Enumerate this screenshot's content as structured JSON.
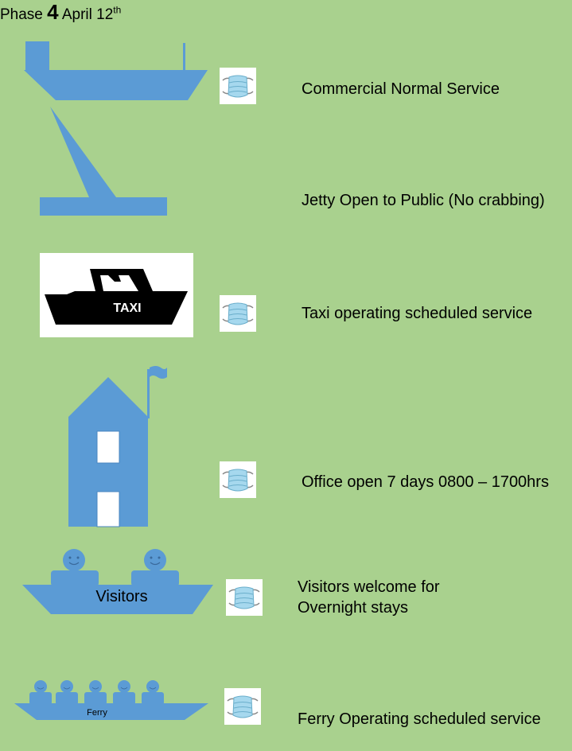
{
  "header": {
    "phase_word": "Phase",
    "phase_number": "4",
    "date_prefix": "April 12",
    "date_suffix": "th"
  },
  "items": [
    {
      "text": "Commercial Normal Service",
      "icon": "commercial-boat-icon",
      "mask": true
    },
    {
      "text": "Jetty Open to Public (No crabbing)",
      "icon": "jetty-icon",
      "mask": false
    },
    {
      "text": "Taxi operating scheduled service",
      "icon": "taxi-boat-icon",
      "mask": true,
      "boat_label": "TAXI"
    },
    {
      "text": "Office open 7 days 0800 – 1700hrs",
      "icon": "office-building-icon",
      "mask": true
    },
    {
      "text_line1": "Visitors welcome for",
      "text_line2": "Overnight stays",
      "icon": "visitors-boat-icon",
      "mask": true,
      "boat_label": "Visitors"
    },
    {
      "text": "Ferry Operating scheduled service",
      "icon": "ferry-boat-icon",
      "mask": true,
      "boat_label": "Ferry"
    }
  ],
  "colors": {
    "background": "#a9d18e",
    "shape_blue": "#5b9bd5",
    "mask_blue": "#a6d8ee",
    "taxi_black": "#000000"
  }
}
